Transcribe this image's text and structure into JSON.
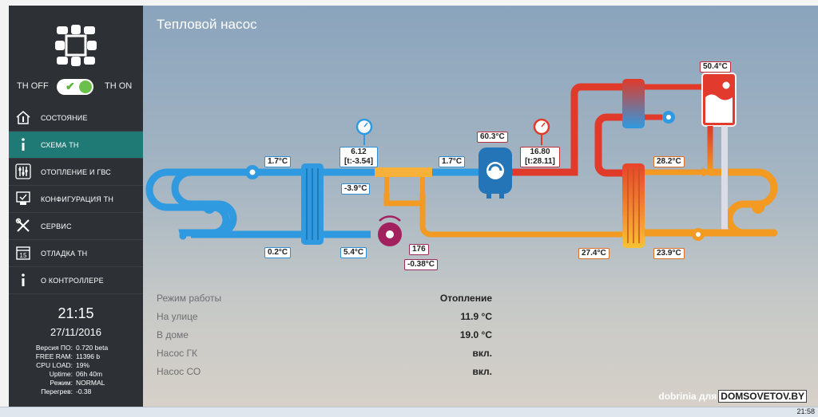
{
  "sidebar": {
    "toggle_off": "TH OFF",
    "toggle_on": "TH ON",
    "menu": [
      {
        "label": "СОСТОЯНИЕ",
        "icon": "house-thermometer-icon"
      },
      {
        "label": "СХЕМА ТН",
        "icon": "info-icon",
        "active": true
      },
      {
        "label": "ОТОПЛЕНИЕ И ГВС",
        "icon": "sliders-icon"
      },
      {
        "label": "КОНФИГУРАЦИЯ ТН",
        "icon": "config-icon"
      },
      {
        "label": "СЕРВИС",
        "icon": "tools-icon"
      },
      {
        "label": "ОТЛАДКА ТН",
        "icon": "calendar-icon"
      },
      {
        "label": "О КОНТРОЛЛЕРЕ",
        "icon": "info-icon"
      }
    ],
    "calendar_day": "15",
    "clock": "21:15",
    "date": "27/11/2016",
    "info": [
      {
        "key": "Версия ПО:",
        "value": "0.720 beta"
      },
      {
        "key": "FREE RAM:",
        "value": "11396 b"
      },
      {
        "key": "CPU LOAD:",
        "value": "19%"
      },
      {
        "key": "Uptime:",
        "value": "06h 40m"
      },
      {
        "key": "Режим:",
        "value": "NORMAL"
      },
      {
        "key": "Перегрев:",
        "value": "-0.38"
      }
    ]
  },
  "main": {
    "title": "Тепловой насос",
    "readings": {
      "cold_in": "1.7°C",
      "cold_out": "0.2°C",
      "evap_out": "5.4°C",
      "pressure_low": "6.12",
      "pressure_low_t": "[t:-3.54]",
      "evap_temp": "-3.9°C",
      "suction": "1.7°C",
      "compressor": "60.3°C",
      "pressure_high": "16.80",
      "pressure_high_t": "[t:28.11]",
      "valve_steps": "176",
      "superheat": "-0.38°C",
      "tank": "50.4°C",
      "hot_out": "28.2°C",
      "cond_out": "27.4°C",
      "return": "23.9°C"
    },
    "status": [
      {
        "key": "Режим работы",
        "value": "Отопление"
      },
      {
        "key": "На улице",
        "value": "11.9 °C"
      },
      {
        "key": "В доме",
        "value": "19.0 °C"
      },
      {
        "key": "Насос ГК",
        "value": "вкл."
      },
      {
        "key": "Насос СО",
        "value": "вкл."
      }
    ]
  },
  "watermark": {
    "prefix": "dobrinia для",
    "site": "DOMSOVETOV.BY"
  },
  "taskbar": {
    "time": "21:58"
  },
  "colors": {
    "sidebar_bg": "#2d3136",
    "active_item": "#1f7a76",
    "cold": "#2f9ae0",
    "hot": "#e03a2a",
    "warm": "#f39a22",
    "valve": "#a3205e"
  }
}
